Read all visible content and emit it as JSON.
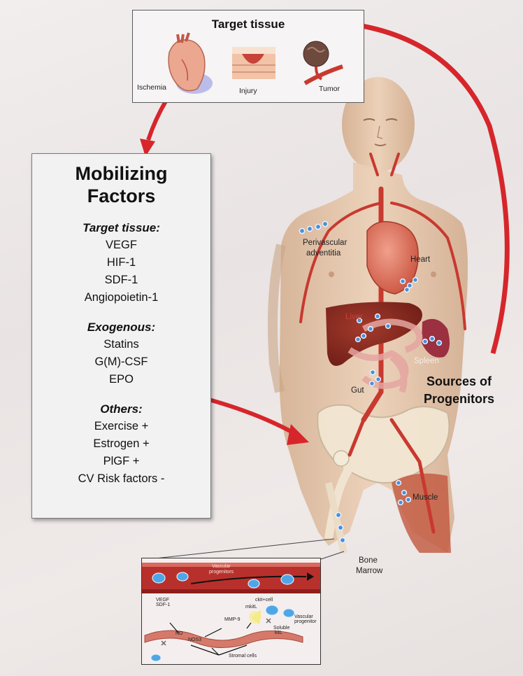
{
  "target_tissue": {
    "title": "Target tissue",
    "labels": {
      "ischemia": "Ischemia",
      "injury": "Injury",
      "tumor": "Tumor"
    }
  },
  "mobilizing": {
    "title_line1": "Mobilizing",
    "title_line2": "Factors",
    "sections": [
      {
        "heading": "Target tissue:",
        "items": [
          "VEGF",
          "HIF-1",
          "SDF-1",
          "Angiopoietin-1"
        ]
      },
      {
        "heading": "Exogenous:",
        "items": [
          "Statins",
          "G(M)-CSF",
          "EPO"
        ]
      },
      {
        "heading": "Others:",
        "items": [
          "Exercise +",
          "Estrogen +",
          "PlGF +",
          "CV Risk factors -"
        ]
      }
    ]
  },
  "body_labels": {
    "perivascular_line1": "Perivascular",
    "perivascular_line2": "adventitia",
    "heart": "Heart",
    "liver": "Liver",
    "spleen": "Spleen",
    "gut": "Gut",
    "muscle": "Muscle",
    "bone_line1": "Bone",
    "bone_line2": "Marrow"
  },
  "sources": {
    "line1": "Sources of",
    "line2": "Progenitors"
  },
  "inset": {
    "vascular_progenitors_line1": "Vascular",
    "vascular_progenitors_line2": "progenitors",
    "vegf": "VEGF",
    "sdf1": "SDF-1",
    "no": "NO",
    "nos3": "NOS3",
    "mmp9": "MMP-9",
    "mkitl": "mkitL",
    "ckit_cell": "ckit+cell",
    "vascular_progenitor_line1": "Vascular",
    "vascular_progenitor_line2": "progenitor",
    "soluble_line1": "Soluble",
    "soluble_line2": "kitL",
    "stromal": "Stromal cells"
  },
  "colors": {
    "arrow": "#d6262b",
    "vessel": "#c8392f",
    "skin": "#e3c2a6",
    "cell": "#4a8fd8"
  }
}
